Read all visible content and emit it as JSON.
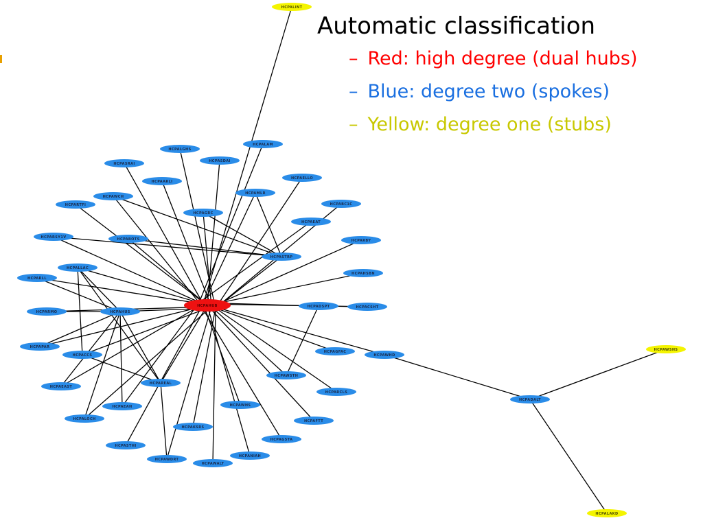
{
  "legend": {
    "title": "Automatic classification",
    "items": [
      {
        "dash": "–",
        "text": "Red: high degree (dual hubs)",
        "color": "#ff0000"
      },
      {
        "dash": "–",
        "text": "Blue: degree two (spokes)",
        "color": "#1a6fe0"
      },
      {
        "dash": "–",
        "text": "Yellow: degree one (stubs)",
        "color": "#c8c800"
      }
    ]
  },
  "colors": {
    "hub": "#ee1111",
    "spoke": "#2a8ce8",
    "stub": "#f4f400",
    "edge": "#000000",
    "edge_mark": "#e8a000"
  },
  "graph": {
    "hub_label": "HCPAHUB",
    "nodes": [
      {
        "id": "n01",
        "label": "HCPALGHS",
        "type": "spoke"
      },
      {
        "id": "n02",
        "label": "HCPALAM",
        "type": "spoke"
      },
      {
        "id": "n03",
        "label": "HCPASRAI",
        "type": "spoke"
      },
      {
        "id": "n04",
        "label": "HCPASDAI",
        "type": "spoke"
      },
      {
        "id": "n05",
        "label": "HCPAARLI",
        "type": "spoke"
      },
      {
        "id": "n06",
        "label": "HCPAELLO",
        "type": "spoke"
      },
      {
        "id": "n07",
        "label": "HCPAWCH",
        "type": "spoke"
      },
      {
        "id": "n08",
        "label": "HCPAMLR",
        "type": "spoke"
      },
      {
        "id": "n09",
        "label": "HCPARTFI",
        "type": "spoke"
      },
      {
        "id": "n10",
        "label": "HCPAGRC",
        "type": "spoke"
      },
      {
        "id": "n11",
        "label": "HCPABC1C",
        "type": "spoke"
      },
      {
        "id": "n12",
        "label": "HCPAEAT",
        "type": "spoke"
      },
      {
        "id": "n13",
        "label": "HCPARSY1V",
        "type": "spoke"
      },
      {
        "id": "n14",
        "label": "HCPABOTS",
        "type": "spoke"
      },
      {
        "id": "n15",
        "label": "HCPARBY",
        "type": "spoke"
      },
      {
        "id": "n16",
        "label": "HCPASTRP",
        "type": "spoke"
      },
      {
        "id": "n17",
        "label": "HCPALLAC",
        "type": "spoke"
      },
      {
        "id": "n18",
        "label": "HCPARLL",
        "type": "spoke"
      },
      {
        "id": "n19",
        "label": "HCPAHSBN",
        "type": "spoke"
      },
      {
        "id": "n20",
        "label": "HCPARMO",
        "type": "spoke"
      },
      {
        "id": "n21",
        "label": "HCPAHUS",
        "type": "spoke"
      },
      {
        "id": "n22",
        "label": "HCPADSPT",
        "type": "spoke"
      },
      {
        "id": "n23",
        "label": "HCPACSHT",
        "type": "spoke"
      },
      {
        "id": "n24",
        "label": "HCPAPAR",
        "type": "spoke"
      },
      {
        "id": "n25",
        "label": "HCPACCS",
        "type": "spoke"
      },
      {
        "id": "n26",
        "label": "HCPAGFAC",
        "type": "spoke"
      },
      {
        "id": "n27",
        "label": "HCPAWHD",
        "type": "spoke"
      },
      {
        "id": "n28",
        "label": "HCPAEAST",
        "type": "spoke"
      },
      {
        "id": "n29",
        "label": "HCPAREAL",
        "type": "spoke"
      },
      {
        "id": "n30",
        "label": "HCPAWSTH",
        "type": "spoke"
      },
      {
        "id": "n31",
        "label": "HCPARCLS",
        "type": "spoke"
      },
      {
        "id": "n32",
        "label": "HCPAEAH",
        "type": "spoke"
      },
      {
        "id": "n33",
        "label": "HCPAWHS",
        "type": "spoke"
      },
      {
        "id": "n34",
        "label": "HCPAFTT",
        "type": "spoke"
      },
      {
        "id": "n35",
        "label": "HCPALOCH",
        "type": "spoke"
      },
      {
        "id": "n36",
        "label": "HCPAKSRS",
        "type": "spoke"
      },
      {
        "id": "n37",
        "label": "HCPAGSTA",
        "type": "spoke"
      },
      {
        "id": "n38",
        "label": "HCPASTHI",
        "type": "spoke"
      },
      {
        "id": "n39",
        "label": "HCPANIAH",
        "type": "spoke"
      },
      {
        "id": "n40",
        "label": "HCPAWDRT",
        "type": "spoke"
      },
      {
        "id": "n41",
        "label": "HCPAWALT",
        "type": "spoke"
      },
      {
        "id": "n42",
        "label": "HCPADALT",
        "type": "spoke"
      },
      {
        "id": "n43",
        "label": "HCPALINT",
        "type": "stub"
      },
      {
        "id": "n44",
        "label": "HCPAWSHS",
        "type": "stub"
      },
      {
        "id": "n45",
        "label": "HCPALAKD",
        "type": "stub"
      }
    ]
  }
}
